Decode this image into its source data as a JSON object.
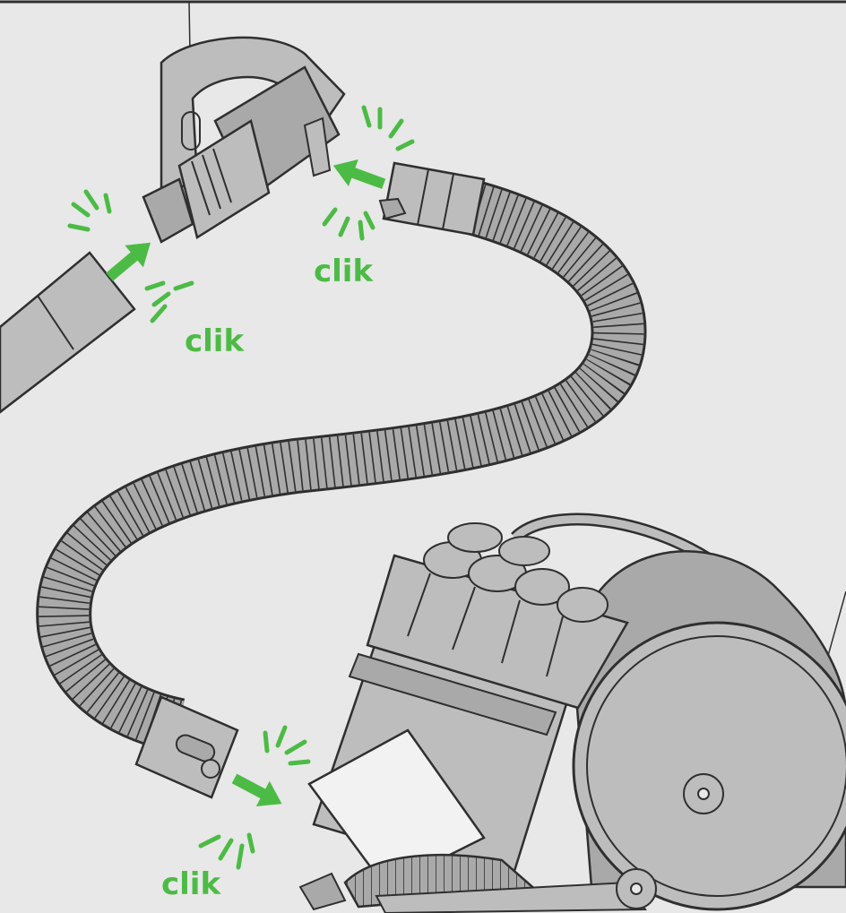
{
  "labels": {
    "handle_click": "clik",
    "wand_click": "clik",
    "body_click": "clik"
  },
  "colors": {
    "background": "#e8e8e8",
    "accent_green": "#4cbb45",
    "part_gray": "#bdbdbd",
    "part_dark": "#a9a9a9",
    "outline": "#2f2f2f"
  },
  "icons": {
    "arrow": "click-arrow-icon",
    "burst": "burst-lines-icon"
  }
}
